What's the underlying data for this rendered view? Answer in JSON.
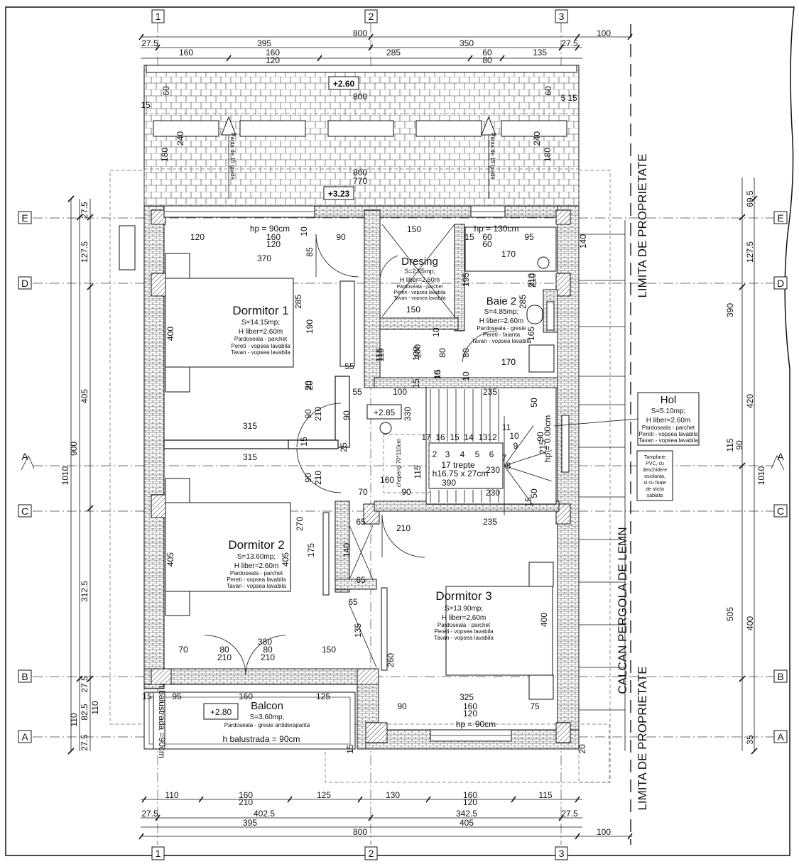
{
  "axes": {
    "top": [
      "1",
      "2",
      "3"
    ],
    "bottom": [
      "1",
      "2",
      "3"
    ],
    "left": [
      "E",
      "D",
      "A",
      "C",
      "B",
      "A"
    ],
    "right": [
      "E",
      "D",
      "A",
      "C",
      "B",
      "A"
    ]
  },
  "dims": {
    "top_total": "800",
    "top_right_ext": "100",
    "top_row2": [
      "27.5",
      "395",
      "350",
      "27.5"
    ],
    "top_row3": [
      "160",
      "160",
      "285",
      "60",
      "135"
    ],
    "top_row3b": [
      "120",
      "80"
    ],
    "bottom_row1": [
      "110",
      "160",
      "125",
      "130",
      "160",
      "115"
    ],
    "bottom_row1b": [
      "210",
      "120"
    ],
    "bottom_row2": [
      "27.5",
      "402.5",
      "342.5",
      "27.5"
    ],
    "bottom_row3": [
      "395",
      "405"
    ],
    "bottom_total": "800",
    "bottom_right_ext": "100",
    "left_outer": "1010",
    "left_mid": "900",
    "left_chain": [
      "27.5",
      "127.5",
      "405",
      "312.5",
      "27.5"
    ],
    "left_bottom": [
      "110",
      "82.5",
      "27.5",
      "110"
    ],
    "right_outer": "1010",
    "right_chain": [
      "69.5",
      "127.5",
      "390",
      "420",
      "115",
      "90",
      "505",
      "400",
      "35"
    ],
    "roof": [
      "+2.60",
      "800",
      "800",
      "770",
      "+3.23",
      "60",
      "60",
      "240",
      "240",
      "180",
      "180",
      "5",
      "15",
      "15"
    ],
    "roof_slope": "Panta de 15 grade",
    "interior": [
      "120",
      "160",
      "120",
      "370",
      "hp = 90cm",
      "10",
      "90",
      "150",
      "15",
      "60",
      "60",
      "95",
      "170",
      "hp = 130cm",
      "85",
      "285",
      "190",
      "55",
      "20",
      "115",
      "90",
      "315",
      "315",
      "210",
      "90",
      "210",
      "90",
      "20",
      "15",
      "25",
      "150",
      "100",
      "80",
      "80",
      "115",
      "15",
      "165",
      "195",
      "285",
      "210",
      "170",
      "235",
      "10",
      "10",
      "10",
      "15",
      "55",
      "100",
      "330",
      "100",
      "115",
      "160",
      "90",
      "70",
      "390",
      "230",
      "230",
      "235",
      "210",
      "65",
      "65",
      "140",
      "65",
      "135",
      "260",
      "270",
      "175",
      "405",
      "405",
      "380",
      "80",
      "80",
      "210",
      "210",
      "70",
      "150",
      "400",
      "325",
      "90",
      "160",
      "120",
      "75",
      "hp = 90cm",
      "95",
      "160",
      "125",
      "15",
      "15",
      "20",
      "140",
      "50",
      "50",
      "15",
      "215",
      "90",
      "400",
      "170",
      "210",
      "h balustrada = 90cm"
    ],
    "elev": "+2.85"
  },
  "rooms": {
    "dormitor1": {
      "name": "Dormitor 1",
      "area": "S=14.15mp;",
      "h": "H liber=2.60m",
      "f1": "Pardoseala - parchet",
      "f2": "Pereti - vopsea lavabila",
      "f3": "Tavan - vopsea lavabila"
    },
    "dresing": {
      "name": "Dresing",
      "area": "S=2.55mp;",
      "h": "H liber=2.60m",
      "f1": "Pardoseala - parchet",
      "f2": "Pereti - vopsea lavabila",
      "f3": "Tavan - vopsea lavabila"
    },
    "baie2": {
      "name": "Baie 2",
      "area": "S=4.85mp;",
      "h": "H liber=2.60m",
      "f1": "Pardoseala - gresie",
      "f2": "Pereti - faianta",
      "f3": "Tavan - vopsea lavabila"
    },
    "dormitor2": {
      "name": "Dormitor 2",
      "area": "S=13.60mp;",
      "h": "H liber=2.60m",
      "f1": "Pardoseala - parchet",
      "f2": "Pereti - vopsea lavabila",
      "f3": "Tavan - vopsea lavabila"
    },
    "dormitor3": {
      "name": "Dormitor 3",
      "area": "S=13.90mp;",
      "h": "H liber=2.60m",
      "f1": "Pardoseala - parchet",
      "f2": "Pereti - vopsea lavabila",
      "f3": "Tavan - vopsea lavabila"
    },
    "hol": {
      "name": "Hol",
      "area": "S=5.10mp;",
      "h": "H liber=2.60m",
      "f1": "Pardoseala - parchet",
      "f2": "Pereti - vopsea lavabila",
      "f3": "Tavan - vopsea lavabila"
    },
    "balcon": {
      "name": "Balcon",
      "area": "S=3.60mp;",
      "f1": "Pardoseala - gresie antiderapanta",
      "elev": "+2.80",
      "bal": "h balustrada = 90cm",
      "bal_v": "h balustrada =90cm"
    }
  },
  "stairs": {
    "steps": "17 trepte",
    "step_size": "h16.75 x 27cm",
    "hp": "hp = 0.00cm",
    "hatch": "chepeng 70*110cm",
    "nums": [
      "1",
      "2",
      "3",
      "4",
      "5",
      "6",
      "7",
      "8",
      "9",
      "10",
      "11",
      "12",
      "13",
      "14",
      "15",
      "16",
      "17"
    ]
  },
  "notes": {
    "tamplarie": [
      "Tamplarie",
      "PVC, cu",
      "deschidere",
      "oscilanta,",
      "si cu foaie",
      "de sticla",
      "sablata"
    ],
    "limita_top": "LIMITA DE PROPRIETATE",
    "limita_bottom": "LIMITA DE PROPRIETATE",
    "calcan": "CALCAN PERGOLA DE LEMN"
  },
  "colors": {
    "line": "#111111",
    "hatch": "#555555",
    "page": "#ffffff"
  }
}
